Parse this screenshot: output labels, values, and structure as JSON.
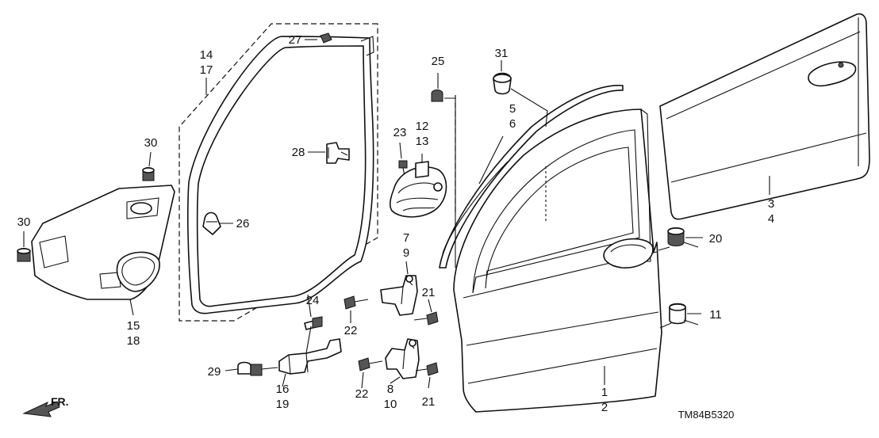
{
  "diagram": {
    "labels": {
      "p1_2": "1\n2",
      "p3_4": "3\n4",
      "p5_6": "5\n6",
      "p7_9": "7\n9",
      "p8_10": "8\n10",
      "p11": "11",
      "p12_13": "12\n13",
      "p14_17": "14\n17",
      "p15_18": "15\n18",
      "p16_19": "16\n19",
      "p20": "20",
      "p21a": "21",
      "p21b": "21",
      "p22a": "22",
      "p22b": "22",
      "p23": "23",
      "p24": "24",
      "p25": "25",
      "p26": "26",
      "p27": "27",
      "p28": "28",
      "p29": "29",
      "p30a": "30",
      "p30b": "30",
      "p31": "31"
    },
    "direction": "FR.",
    "diagram_code": "TM84B5320"
  }
}
